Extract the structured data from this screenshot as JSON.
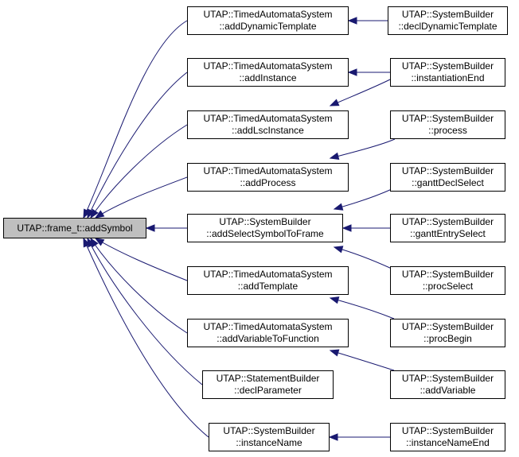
{
  "nodes": [
    {
      "id": "root",
      "lines": [
        "UTAP::frame_t::addSymbol"
      ]
    },
    {
      "id": "tas_addDynamicTemplate",
      "lines": [
        "UTAP::TimedAutomataSystem",
        "::addDynamicTemplate"
      ]
    },
    {
      "id": "tas_addInstance",
      "lines": [
        "UTAP::TimedAutomataSystem",
        "::addInstance"
      ]
    },
    {
      "id": "tas_addLscInstance",
      "lines": [
        "UTAP::TimedAutomataSystem",
        "::addLscInstance"
      ]
    },
    {
      "id": "tas_addProcess",
      "lines": [
        "UTAP::TimedAutomataSystem",
        "::addProcess"
      ]
    },
    {
      "id": "sb_addSelectSymbolToFrame",
      "lines": [
        "UTAP::SystemBuilder",
        "::addSelectSymbolToFrame"
      ]
    },
    {
      "id": "tas_addTemplate",
      "lines": [
        "UTAP::TimedAutomataSystem",
        "::addTemplate"
      ]
    },
    {
      "id": "tas_addVariableToFunction",
      "lines": [
        "UTAP::TimedAutomataSystem",
        "::addVariableToFunction"
      ]
    },
    {
      "id": "stb_declParameter",
      "lines": [
        "UTAP::StatementBuilder",
        "::declParameter"
      ]
    },
    {
      "id": "sb_instanceName",
      "lines": [
        "UTAP::SystemBuilder",
        "::instanceName"
      ]
    },
    {
      "id": "sb_declDynamicTemplate",
      "lines": [
        "UTAP::SystemBuilder",
        "::declDynamicTemplate"
      ]
    },
    {
      "id": "sb_instantiationEnd",
      "lines": [
        "UTAP::SystemBuilder",
        "::instantiationEnd"
      ]
    },
    {
      "id": "sb_process",
      "lines": [
        "UTAP::SystemBuilder",
        "::process"
      ]
    },
    {
      "id": "sb_ganttDeclSelect",
      "lines": [
        "UTAP::SystemBuilder",
        "::ganttDeclSelect"
      ]
    },
    {
      "id": "sb_ganttEntrySelect",
      "lines": [
        "UTAP::SystemBuilder",
        "::ganttEntrySelect"
      ]
    },
    {
      "id": "sb_procSelect",
      "lines": [
        "UTAP::SystemBuilder",
        "::procSelect"
      ]
    },
    {
      "id": "sb_procBegin",
      "lines": [
        "UTAP::SystemBuilder",
        "::procBegin"
      ]
    },
    {
      "id": "sb_addVariable",
      "lines": [
        "UTAP::SystemBuilder",
        "::addVariable"
      ]
    },
    {
      "id": "sb_instanceNameEnd",
      "lines": [
        "UTAP::SystemBuilder",
        "::instanceNameEnd"
      ]
    }
  ],
  "edges": [
    {
      "from": "tas_addDynamicTemplate",
      "to": "root"
    },
    {
      "from": "tas_addInstance",
      "to": "root"
    },
    {
      "from": "tas_addLscInstance",
      "to": "root"
    },
    {
      "from": "tas_addProcess",
      "to": "root"
    },
    {
      "from": "sb_addSelectSymbolToFrame",
      "to": "root"
    },
    {
      "from": "tas_addTemplate",
      "to": "root"
    },
    {
      "from": "tas_addVariableToFunction",
      "to": "root"
    },
    {
      "from": "stb_declParameter",
      "to": "root"
    },
    {
      "from": "sb_instanceName",
      "to": "root"
    },
    {
      "from": "sb_declDynamicTemplate",
      "to": "tas_addDynamicTemplate"
    },
    {
      "from": "sb_instantiationEnd",
      "to": "tas_addInstance"
    },
    {
      "from": "sb_instantiationEnd",
      "to": "tas_addLscInstance"
    },
    {
      "from": "sb_process",
      "to": "tas_addProcess"
    },
    {
      "from": "sb_ganttDeclSelect",
      "to": "sb_addSelectSymbolToFrame"
    },
    {
      "from": "sb_ganttEntrySelect",
      "to": "sb_addSelectSymbolToFrame"
    },
    {
      "from": "sb_procSelect",
      "to": "sb_addSelectSymbolToFrame"
    },
    {
      "from": "sb_procBegin",
      "to": "tas_addTemplate"
    },
    {
      "from": "sb_addVariable",
      "to": "tas_addVariableToFunction"
    },
    {
      "from": "sb_instanceNameEnd",
      "to": "sb_instanceName"
    }
  ],
  "colors": {
    "edge": "#191970",
    "root_fill": "#bfbfbf",
    "node_fill": "#ffffff",
    "border": "#000000"
  }
}
